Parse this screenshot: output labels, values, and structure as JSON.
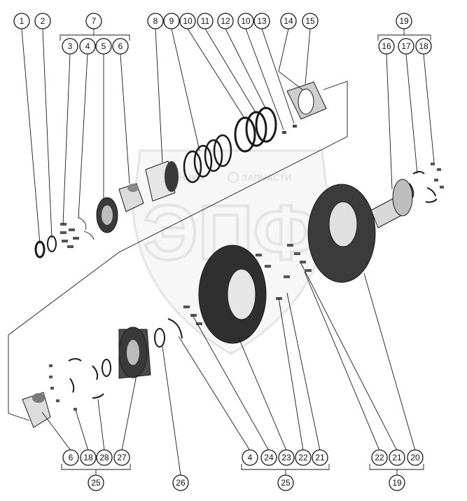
{
  "watermark": {
    "left_word": "ТЕХНИКА",
    "right_word": "ЗАПЧАСТИ",
    "logo_letters": "ЭПФ"
  },
  "callouts": {
    "c1": "1",
    "c2": "2",
    "c3": "3",
    "c4": "4",
    "c5": "5",
    "c6": "6",
    "c7": "7",
    "c8": "8",
    "c9": "9",
    "c10a": "10",
    "c11": "11",
    "c12": "12",
    "c10b": "10",
    "c13": "13",
    "c14": "14",
    "c15": "15",
    "c19top": "19",
    "c16": "16",
    "c17": "17",
    "c18": "18",
    "b6": "6",
    "b18": "18",
    "b28": "28",
    "b27": "27",
    "b25a": "25",
    "b26": "26",
    "b4": "4",
    "b24": "24",
    "b23": "23",
    "b22a": "22",
    "b21a": "21",
    "b25b": "25",
    "b22b": "22",
    "b21b": "21",
    "b20": "20",
    "b19": "19"
  },
  "colors": {
    "line": "#1a1a1a",
    "part_dark": "#2a2a2a",
    "part_mid": "#6e6e6e",
    "part_light": "#d8d8d8",
    "watermark": "#d0d0d0"
  }
}
